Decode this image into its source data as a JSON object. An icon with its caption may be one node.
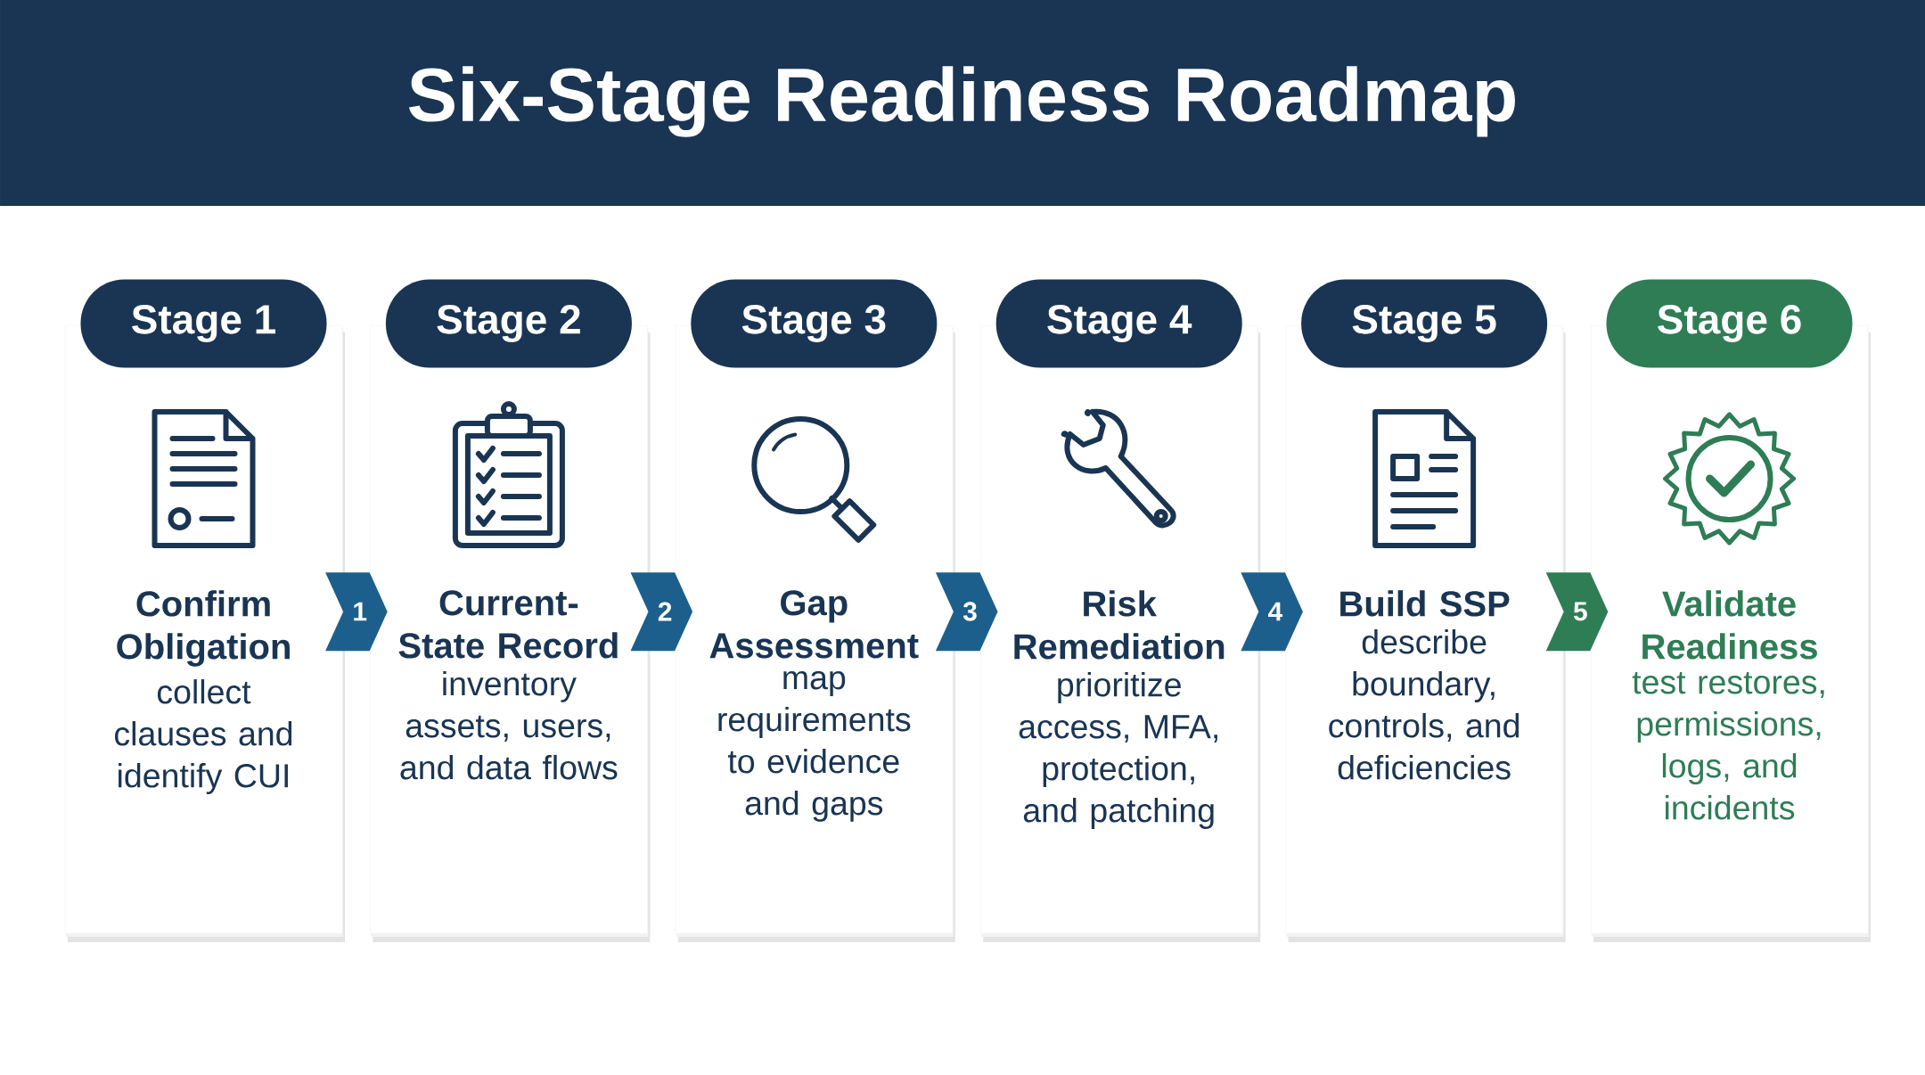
{
  "diagram": {
    "title": "Six-Stage Readiness Roadmap",
    "nodes": [
      {
        "text": [
          "Stage 1",
          "Confirm Obligation",
          "collect clauses and identify CUI"
        ]
      },
      {
        "text": [
          "Stage 2",
          "Current-State Record",
          "inventory assets, users, and data flows"
        ]
      },
      {
        "text": [
          "Stage 3",
          "Gap Assessment",
          "map requirements to evidence and gaps"
        ]
      },
      {
        "text": [
          "Stage 4",
          "Risk Remediation",
          "prioritize access, MFA, protection, and patching"
        ]
      },
      {
        "text": [
          "Stage 5",
          "Build SSP",
          "describe boundary, controls, and deficiencies"
        ]
      },
      {
        "text": [
          "Stage 6",
          "Validate Readiness",
          "test restores, permissions, logs, and incidents"
        ]
      }
    ],
    "edges": [
      {
        "from": 0,
        "to": 1,
        "arrow": "to",
        "label": "1"
      },
      {
        "from": 1,
        "to": 2,
        "arrow": "to",
        "label": "2"
      },
      {
        "from": 2,
        "to": 3,
        "arrow": "to",
        "label": "3"
      },
      {
        "from": 3,
        "to": 4,
        "arrow": "to",
        "label": "4"
      },
      {
        "from": 4,
        "to": 5,
        "arrow": "to",
        "label": "5",
        "color": "#2e7d55"
      }
    ]
  }
}
